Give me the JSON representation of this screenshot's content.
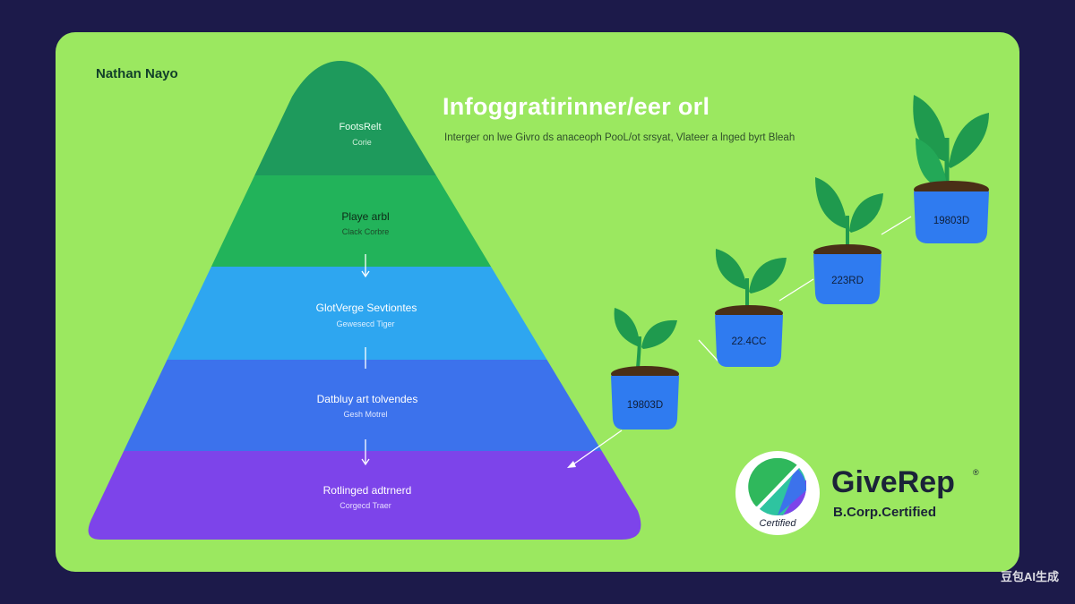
{
  "author": "Nathan Nayo",
  "title": "Infoggratirinner/eer orl",
  "subtitle": "Interger on lwe Givro ds anaceoph PooL/ot srsyat, Vlateer a lnged byrt Bleah",
  "pyramid": [
    {
      "label": "FootsRelt",
      "sub": "Corie",
      "color": "#1e9a5c"
    },
    {
      "label": "Playe arbl",
      "sub": "Clack Corbre",
      "color": "#22b35a"
    },
    {
      "label": "GlotVerge Sevtiontes",
      "sub": "Gewesecd Tiger",
      "color": "#2ea6f0"
    },
    {
      "label": "Datbluy art tolvendes",
      "sub": "Gesh Motrel",
      "color": "#3c72ec"
    },
    {
      "label": "Rotlinged adtrnerd",
      "sub": "Corgecd Traer",
      "color": "#7d44ea"
    }
  ],
  "pots": [
    {
      "label": "19803D"
    },
    {
      "label": "22.4CC"
    },
    {
      "label": "223RD"
    },
    {
      "label": "19803D"
    }
  ],
  "logo": {
    "badge_text": "Certified",
    "name": "GiveRep",
    "registered": "®",
    "subtitle": "B.Corp.Certified"
  },
  "watermark": "豆包AI生成",
  "colors": {
    "background": "#1c1a4a",
    "card": "#9be860",
    "pot": "#2f7bf0",
    "leaf": "#1f9a4e"
  }
}
